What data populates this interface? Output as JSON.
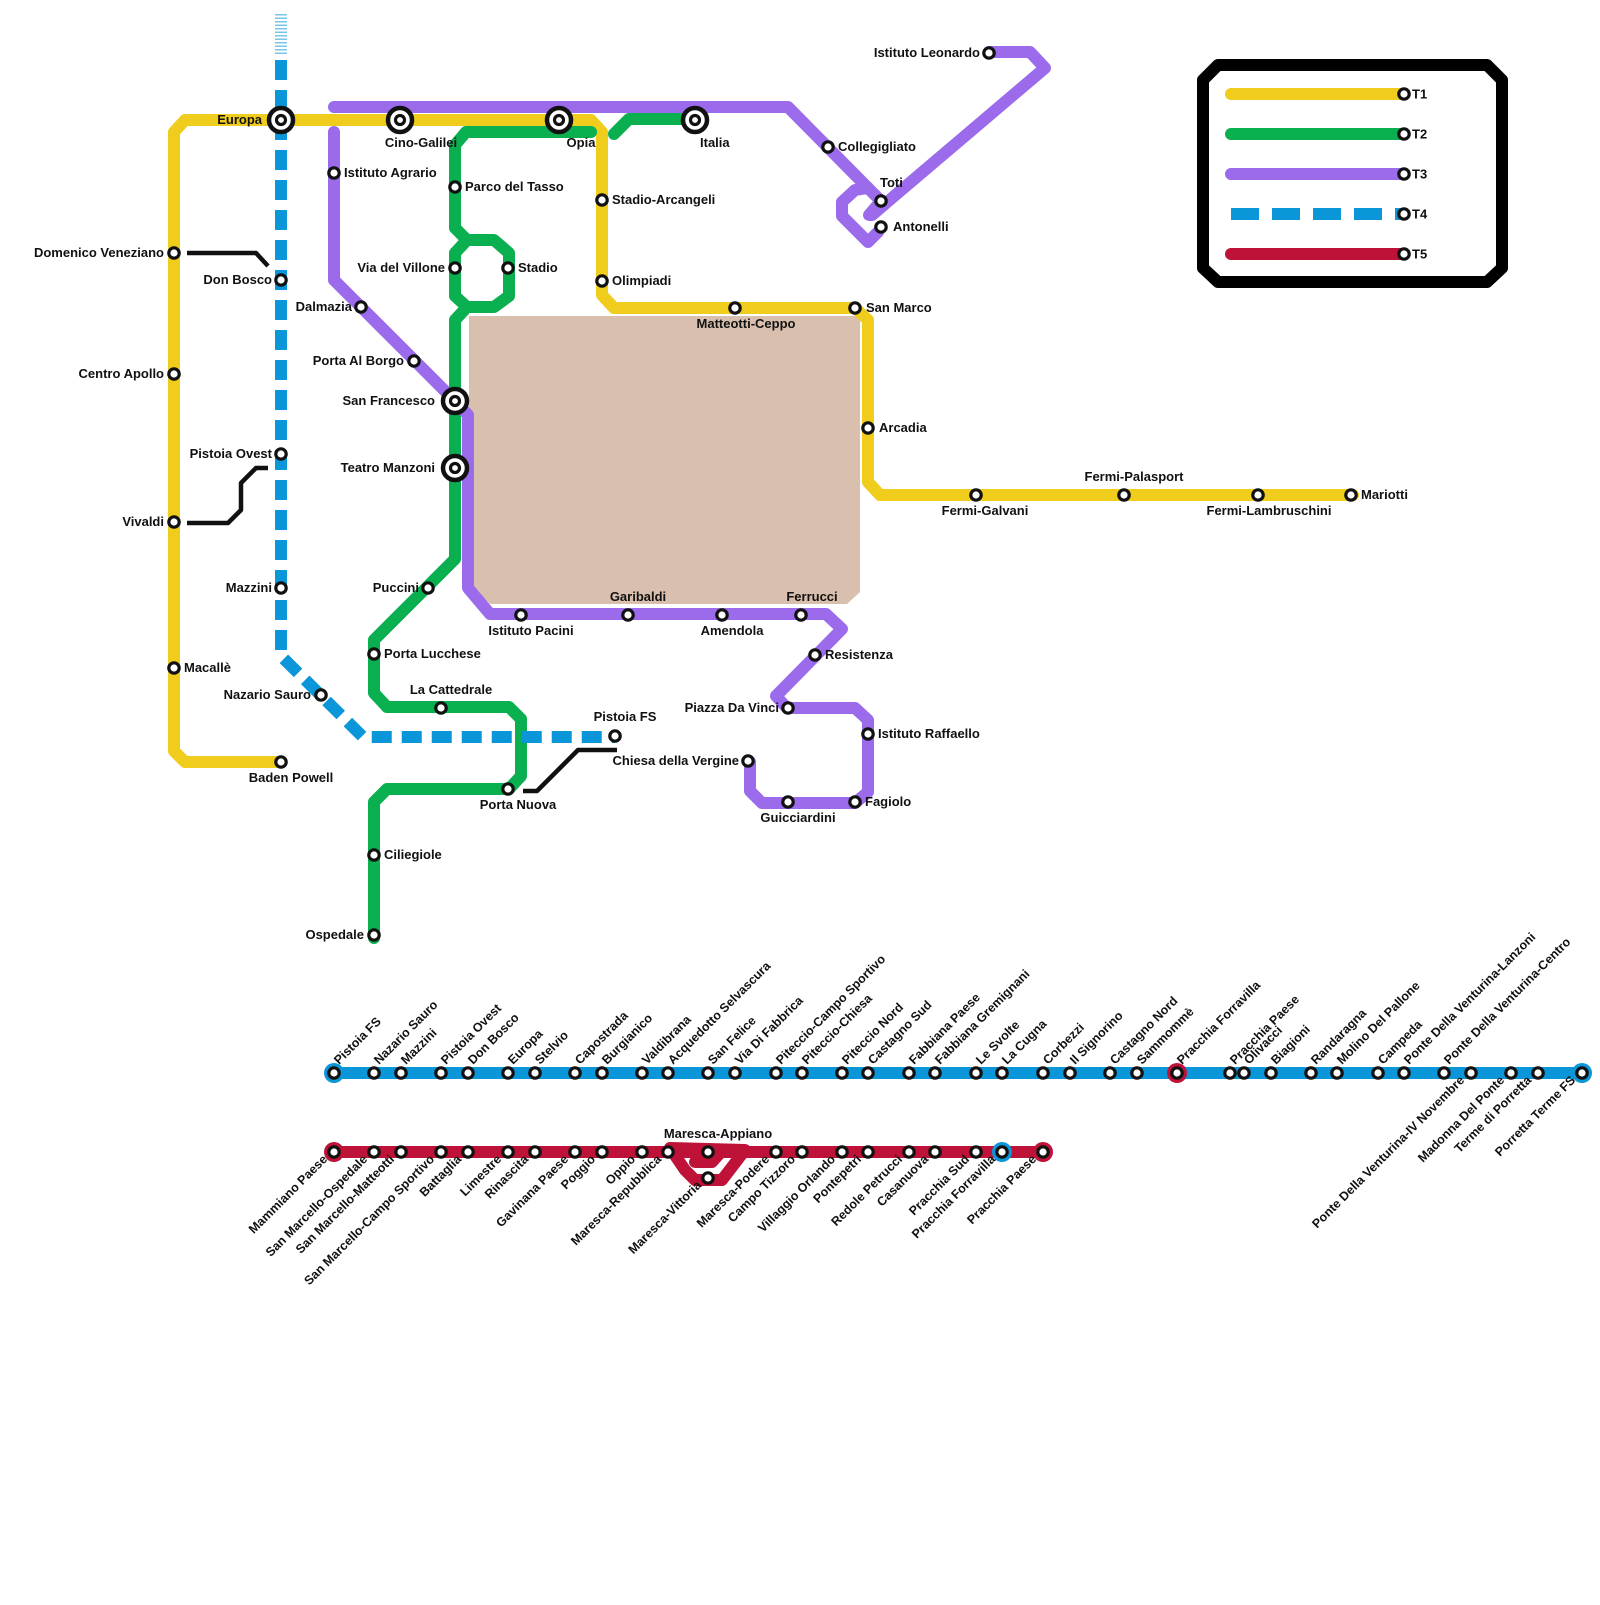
{
  "map": {
    "colors": {
      "T1": "#F0CC1C",
      "T2": "#0AB04F",
      "T3": "#9B6BEB",
      "T4": "#0A96D8",
      "T5": "#BE1238",
      "connector": "#111111",
      "district": "#D9BFAD",
      "station_fill": "#ffffff",
      "station_stroke": "#111111",
      "legend_frame": "#000000"
    },
    "legend": [
      {
        "line": "T1",
        "label": "T1",
        "style": "solid"
      },
      {
        "line": "T2",
        "label": "T2",
        "style": "solid"
      },
      {
        "line": "T3",
        "label": "T3",
        "style": "solid"
      },
      {
        "line": "T4",
        "label": "T4",
        "style": "dashed"
      },
      {
        "line": "T5",
        "label": "T5",
        "style": "solid"
      }
    ],
    "stations": {
      "europa": "Europa",
      "cino_galilei": "Cino-Galilei",
      "opia": "Opia",
      "italia": "Italia",
      "istituto_leonardo": "Istituto Leonardo",
      "collegigliato": "Collegigliato",
      "toti": "Toti",
      "antonelli": "Antonelli",
      "istituto_agrario": "Istituto Agrario",
      "parco_del_tasso": "Parco del Tasso",
      "stadio_arcangeli": "Stadio-Arcangeli",
      "domenico_veneziano": "Domenico Veneziano",
      "don_bosco": "Don Bosco",
      "via_del_villone": "Via del Villone",
      "stadio": "Stadio",
      "olimpiadi": "Olimpiadi",
      "dalmazia": "Dalmazia",
      "matteotti_ceppo": "Matteotti-Ceppo",
      "san_marco": "San Marco",
      "porta_al_borgo": "Porta Al Borgo",
      "centro_apollo": "Centro Apollo",
      "san_francesco": "San Francesco",
      "arcadia": "Arcadia",
      "pistoia_ovest": "Pistoia Ovest",
      "teatro_manzoni": "Teatro Manzoni",
      "fermi_palasport": "Fermi-Palasport",
      "fermi_galvani": "Fermi-Galvani",
      "fermi_lambruschini": "Fermi-Lambruschini",
      "mariotti": "Mariotti",
      "vivaldi": "Vivaldi",
      "mazzini": "Mazzini",
      "puccini": "Puccini",
      "garibaldi": "Garibaldi",
      "ferrucci": "Ferrucci",
      "istituto_pacini": "Istituto Pacini",
      "amendola": "Amendola",
      "porta_lucchese": "Porta Lucchese",
      "resistenza": "Resistenza",
      "macalle": "Macallè",
      "la_cattedrale": "La Cattedrale",
      "nazario_sauro": "Nazario Sauro",
      "piazza_da_vinci": "Piazza Da Vinci",
      "pistoia_fs": "Pistoia FS",
      "istituto_raffaello": "Istituto Raffaello",
      "chiesa_della_vergine": "Chiesa della Vergine",
      "baden_powell": "Baden Powell",
      "porta_nuova": "Porta Nuova",
      "fagiolo": "Fagiolo",
      "guicciardini": "Guicciardini",
      "ciliegiole": "Ciliegiole",
      "ospedale": "Ospedale"
    },
    "t4_stations": [
      "Pistoia FS",
      "Nazario Sauro",
      "Mazzini",
      "Pistoia Ovest",
      "Don Bosco",
      "Europa",
      "Stelvio",
      "Capostrada",
      "Burgianico",
      "Valdibrana",
      "Acquedotto Selvascura",
      "San Felice",
      "Via Di Fabbrica",
      "Piteccio-Campo Sportivo",
      "Piteccio-Chiesa",
      "Piteccio Nord",
      "Castagno Sud",
      "Fabbiana Paese",
      "Fabbiana Gremignani",
      "Le Svolte",
      "La Cugna",
      "Corbezzi",
      "Il Signorino",
      "Castagno Nord",
      "Sammommè",
      "Pracchia Forravilla",
      "Pracchia Paese",
      "Olivacci",
      "Biagioni",
      "Randaragna",
      "Molino Del Pallone",
      "Campeda",
      "Ponte Della Venturina-Lanzoni",
      "Ponte Della Venturina-Centro",
      "Ponte Della Venturina-IV Novembre",
      "Madonna Del Ponte",
      "Terme di Porretta",
      "Porretta Terme FS"
    ],
    "t5_stations": [
      "Mammiano Paese",
      "San Marcello-Ospedale",
      "San Marcello-Matteotti",
      "San Marcello-Campo Sportivo",
      "Battaglia",
      "Limestre",
      "Rinascita",
      "Gavinana Paese",
      "Poggio",
      "Oppio",
      "Maresca-Repubblica",
      "Maresca-Appiano",
      "Maresca-Vittoria",
      "Maresca-Podere",
      "Campo Tizzoro",
      "Villaggio Orlando",
      "Pontepetri",
      "Redole Petrucci",
      "Casanuova",
      "Pracchia Sud",
      "Pracchia Forravilla",
      "Pracchia Paese"
    ]
  }
}
